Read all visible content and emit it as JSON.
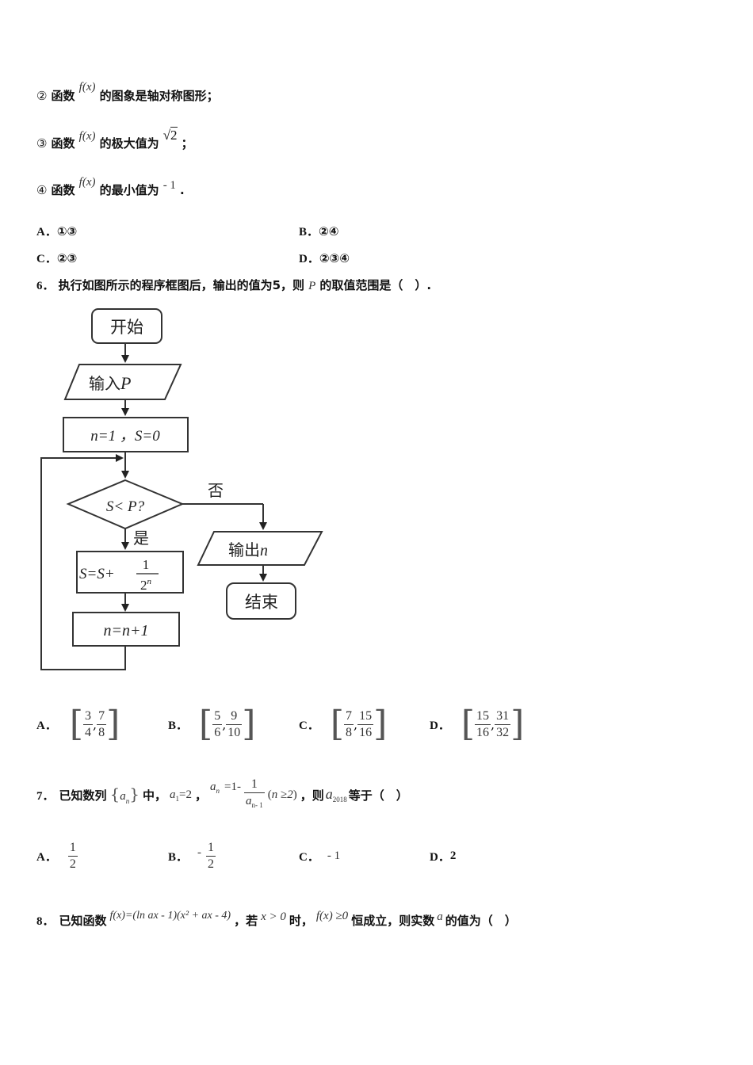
{
  "q5": {
    "item2": {
      "marker": "②",
      "pre": "函数",
      "fx": "f(x)",
      "post": "的图象是轴对称图形；"
    },
    "item3": {
      "marker": "③",
      "pre": "函数",
      "fx": "f(x)",
      "post": "的极大值为",
      "val": "2",
      "end": "；"
    },
    "item4": {
      "marker": "④",
      "pre": "函数",
      "fx": "f(x)",
      "post": "的最小值为",
      "val": "- 1",
      "end": "."
    },
    "options": [
      {
        "label": "A．",
        "text": "①③"
      },
      {
        "label": "B．",
        "text": "②④"
      },
      {
        "label": "C．",
        "text": "②③"
      },
      {
        "label": "D．",
        "text": "②③④"
      }
    ]
  },
  "q6": {
    "number": "6．",
    "stem_pre": "执行如图所示的程序框图后，输出的值为5，则",
    "stem_var": "P",
    "stem_post": "的取值范围是（　）.",
    "flowchart": {
      "start": "开始",
      "input": "输入",
      "input_var": "P",
      "init": "n=1 ，S=0",
      "cond": "S< P?",
      "no": "否",
      "yes": "是",
      "update_s": "S=S+",
      "update_s_num": "1",
      "update_s_den": "2",
      "update_s_exp": "n",
      "update_n": "n=n+1",
      "output": "输出",
      "output_var": "n",
      "end": "结束"
    },
    "options": [
      {
        "label": "A．",
        "a_num": "3",
        "a_den": "4",
        "b_num": "7",
        "b_den": "8"
      },
      {
        "label": "B．",
        "a_num": "5",
        "a_den": "6",
        "b_num": "9",
        "b_den": "10"
      },
      {
        "label": "C．",
        "a_num": "7",
        "a_den": "8",
        "b_num": "15",
        "b_den": "16"
      },
      {
        "label": "D．",
        "a_num": "15",
        "a_den": "16",
        "b_num": "31",
        "b_den": "32"
      }
    ]
  },
  "q7": {
    "number": "7．",
    "t1": "已知数列",
    "seq": "a",
    "seq_sub": "n",
    "t2": "中，",
    "a1": "a",
    "a1_sub": "1",
    "a1_val": "=2",
    "t3": "，",
    "an": "a",
    "an_sub": "n",
    "an_eq": "=1-",
    "frac_num": "1",
    "frac_den": "a",
    "frac_den_sub": "n- 1",
    "cond": "n ≥2",
    "t4": "，则",
    "target": "a",
    "target_sub": "2018",
    "t5": "等于（　）",
    "options": [
      {
        "label": "A．",
        "kind": "frac",
        "sign": "",
        "num": "1",
        "den": "2"
      },
      {
        "label": "B．",
        "kind": "frac",
        "sign": "-",
        "num": "1",
        "den": "2"
      },
      {
        "label": "C．",
        "kind": "text",
        "text": "- 1"
      },
      {
        "label": "D．",
        "kind": "text",
        "text": "2"
      }
    ]
  },
  "q8": {
    "number": "8．",
    "t1": "已知函数",
    "fx": "f(x)=(ln ax - 1)(x² + ax - 4)",
    "t2": "，若",
    "cond": "x > 0",
    "t3": "时，",
    "ineq": "f(x) ≥0",
    "t4": "恒成立，则实数",
    "var": "a",
    "t5": "的值为（　）"
  }
}
